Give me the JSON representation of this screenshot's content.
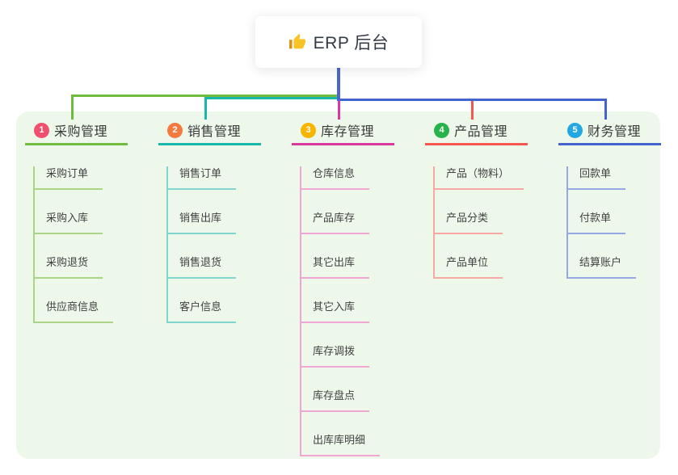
{
  "root": {
    "label": "ERP 后台",
    "icon": "thumbs-up"
  },
  "canvas": {
    "page_bg": "#ffffff",
    "panel_bg": "#edf8ea",
    "root_connector_color": "#4b66d4"
  },
  "branches": [
    {
      "num": "1",
      "label": "采购管理",
      "badge_color": "#f0506e",
      "line_color": "#6fbc3f",
      "light_color": "#a9d584",
      "children": [
        "采购订单",
        "采购入库",
        "采购退货",
        "供应商信息"
      ]
    },
    {
      "num": "2",
      "label": "销售管理",
      "badge_color": "#f57a3f",
      "line_color": "#17b8aa",
      "light_color": "#83d6cc",
      "children": [
        "销售订单",
        "销售出库",
        "销售退货",
        "客户信息"
      ]
    },
    {
      "num": "3",
      "label": "库存管理",
      "badge_color": "#f7b500",
      "line_color": "#d9389e",
      "light_color": "#efa6d3",
      "children": [
        "仓库信息",
        "产品库存",
        "其它出库",
        "其它入库",
        "库存调拨",
        "库存盘点",
        "出库库明细"
      ]
    },
    {
      "num": "4",
      "label": "产品管理",
      "badge_color": "#27b24c",
      "line_color": "#f5564e",
      "light_color": "#f9a7a2",
      "children": [
        "产品（物料）",
        "产品分类",
        "产品单位"
      ]
    },
    {
      "num": "5",
      "label": "财务管理",
      "badge_color": "#22a7e0",
      "line_color": "#4363cf",
      "light_color": "#96a8e3",
      "children": [
        "回款单",
        "付款单",
        "结算账户"
      ]
    }
  ]
}
